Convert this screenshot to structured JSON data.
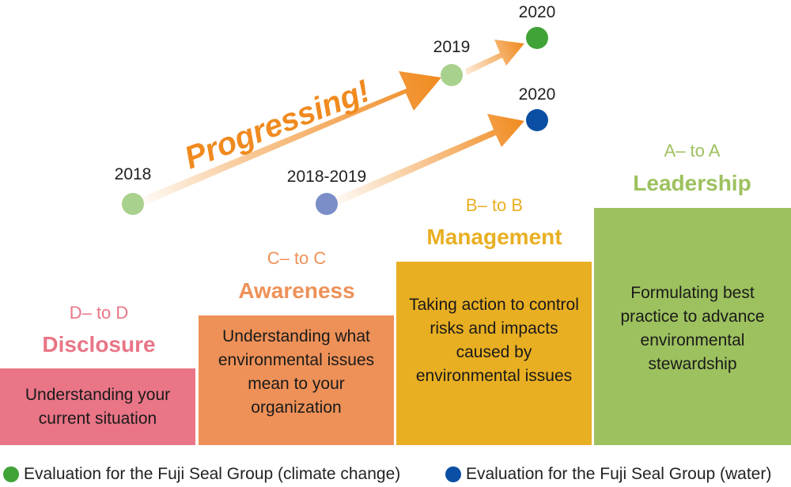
{
  "colors": {
    "disclosure": "#E97586",
    "awareness": "#EE9158",
    "management": "#E9AF22",
    "leadership": "#9DC15E",
    "arrow": "#F08A1F",
    "climate_dot": "#40A337",
    "climate_dot_light": "#A9D18E",
    "water_dot": "#0A4FA3",
    "water_dot_light": "#7B8EC8"
  },
  "progress_label": "Progressing!",
  "steps": [
    {
      "range": "D– to D",
      "title": "Disclosure",
      "description": "Understanding your current situation"
    },
    {
      "range": "C– to C",
      "title": "Awareness",
      "description": "Understanding what environmental issues mean to your organization"
    },
    {
      "range": "B– to B",
      "title": "Management",
      "description": "Taking action to control risks and impacts caused by environmental issues"
    },
    {
      "range": "A– to A",
      "title": "Leadership",
      "description": "Formulating best practice to advance environmental stewardship"
    }
  ],
  "climate_points": [
    {
      "year": "2018",
      "icon": "climate-dot-icon"
    },
    {
      "year": "2019",
      "icon": "climate-dot-icon"
    },
    {
      "year": "2020",
      "icon": "climate-dot-icon"
    }
  ],
  "water_points": [
    {
      "year": "2018-2019",
      "icon": "water-dot-icon"
    },
    {
      "year": "2020",
      "icon": "water-dot-icon"
    }
  ],
  "legend": {
    "climate": "Evaluation for the Fuji Seal Group (climate change)",
    "water": "Evaluation for the Fuji Seal Group (water)"
  }
}
